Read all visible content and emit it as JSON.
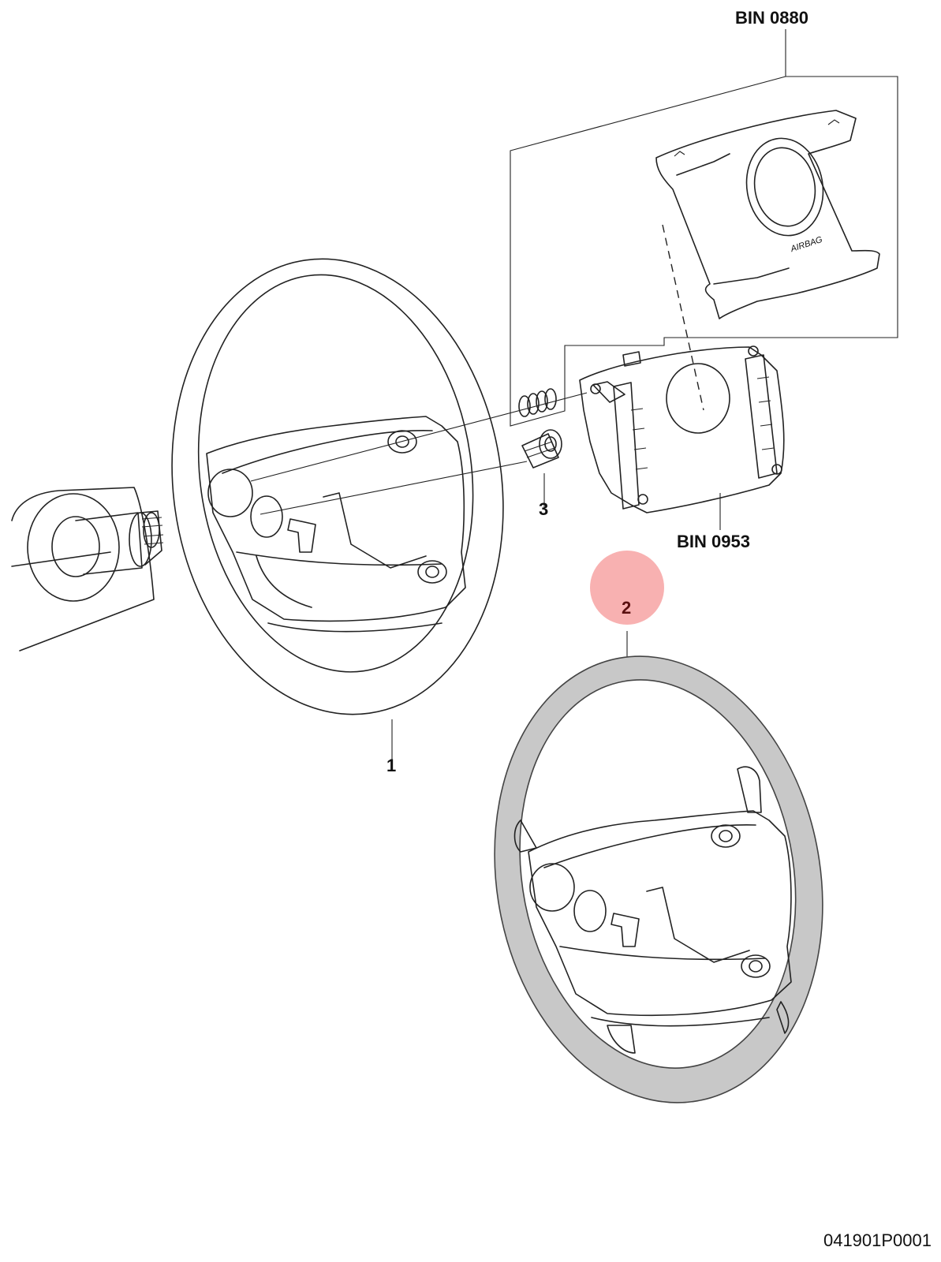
{
  "callouts": {
    "bin_airbag": "BIN 0880",
    "bin_module": "BIN 0953",
    "part_1": "1",
    "part_2": "2",
    "part_3": "3"
  },
  "airbag_text": "AIRBAG",
  "document_number": "041901P0001",
  "colors": {
    "highlight": "#f7a8a8",
    "wheel_fill": "#c8c8c8",
    "line": "#222222"
  },
  "icons": {
    "steering_column": "steering-column-icon",
    "steering_wheel": "steering-wheel-icon",
    "airbag_cover": "airbag-cover-icon",
    "control_module": "control-module-icon",
    "spring": "spring-icon",
    "nut": "nut-icon"
  }
}
